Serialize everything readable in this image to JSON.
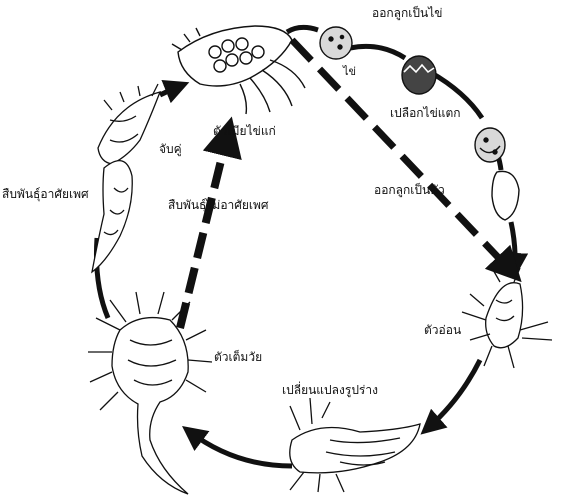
{
  "labels": {
    "hatch_egg": "ออกลูกเป็นไข่",
    "egg": "ไข่",
    "shell_breaking": "เปลือกไข่แตก",
    "mature_female": "ตัวเมียไข่แก่",
    "mating": "จับคู่",
    "hatch_live": "ออกลูกเป็นตัว",
    "sexual_reproduction": "สืบพันธุ์อาศัยเพศ",
    "asexual_reproduction": "สืบพันธุ์ไม่อาศัยเพศ",
    "larva": "ตัวอ่อน",
    "adult": "ตัวเต็มวัย",
    "metamorphosis": "เปลี่ยนแปลงรูปร่าง"
  },
  "colors": {
    "ink": "#111111",
    "paper": "#ffffff",
    "egg_fill": "#d9d9d9"
  }
}
